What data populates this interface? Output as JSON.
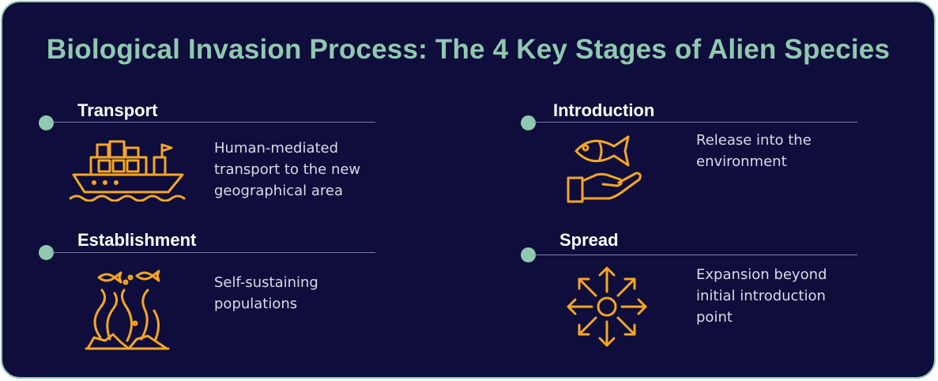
{
  "title": "Biological Invasion Process: The 4 Key Stages of Alien Species",
  "colors": {
    "background": "#0e0d3b",
    "accent": "#8fc9b0",
    "icon": "#f5a623",
    "text": "#ffffff"
  },
  "stages": [
    {
      "name": "Transport",
      "description": [
        "Human-mediated",
        "transport to the new",
        "geographical area"
      ],
      "icon": "cargo-ship-icon"
    },
    {
      "name": "Introduction",
      "description": [
        "Release into the",
        "environment"
      ],
      "icon": "fish-in-hand-icon"
    },
    {
      "name": "Establishment",
      "description": [
        "Self-sustaining",
        "populations"
      ],
      "icon": "seaweed-fish-icon"
    },
    {
      "name": "Spread",
      "description": [
        "Expansion beyond",
        "initial introduction",
        "point"
      ],
      "icon": "expand-arrows-icon"
    }
  ]
}
